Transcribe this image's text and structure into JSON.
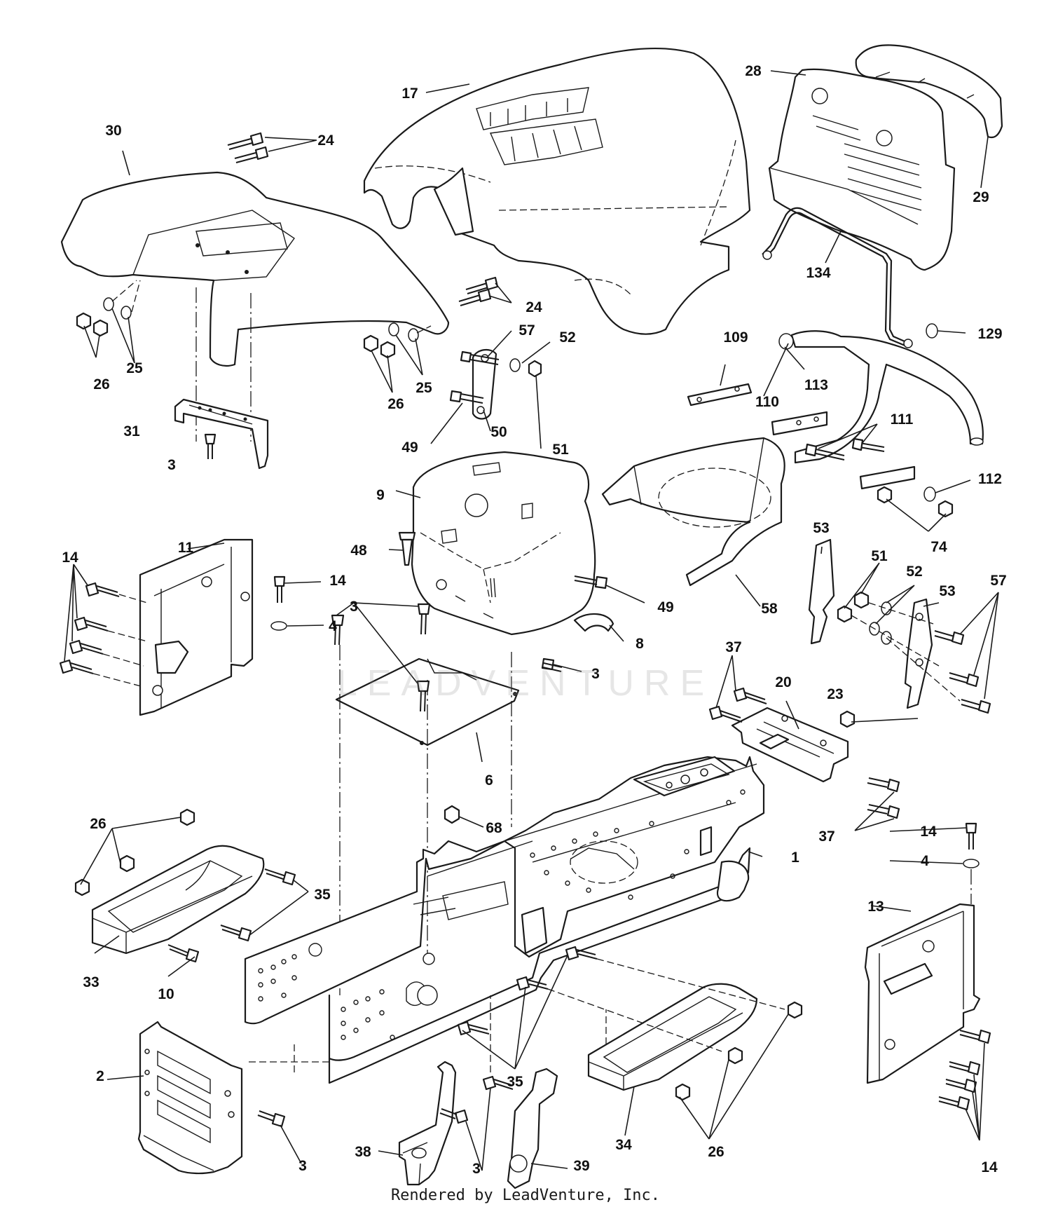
{
  "watermark": "LEADVENTURE",
  "footer": "Rendered by LeadVenture, Inc.",
  "callouts": {
    "p1": "1",
    "p2": "2",
    "p3a": "3",
    "p3b": "3",
    "p3c": "3",
    "p3d": "3",
    "p3e": "3",
    "p4a": "4",
    "p4b": "4",
    "p6": "6",
    "p8": "8",
    "p9": "9",
    "p10": "10",
    "p11": "11",
    "p13": "13",
    "p14a": "14",
    "p14b": "14",
    "p14c": "14",
    "p14d": "14",
    "p17": "17",
    "p20": "20",
    "p23": "23",
    "p24a": "24",
    "p24b": "24",
    "p25a": "25",
    "p25b": "25",
    "p26a": "26",
    "p26b": "26",
    "p26c": "26",
    "p26d": "26",
    "p28": "28",
    "p29": "29",
    "p30": "30",
    "p31": "31",
    "p33": "33",
    "p34": "34",
    "p35a": "35",
    "p35b": "35",
    "p37a": "37",
    "p37b": "37",
    "p38": "38",
    "p39": "39",
    "p48": "48",
    "p49a": "49",
    "p49b": "49",
    "p50": "50",
    "p51a": "51",
    "p51b": "51",
    "p52a": "52",
    "p52b": "52",
    "p53a": "53",
    "p53b": "53",
    "p57a": "57",
    "p57b": "57",
    "p58": "58",
    "p68": "68",
    "p74": "74",
    "p109": "109",
    "p110": "110",
    "p111": "111",
    "p112": "112",
    "p113": "113",
    "p129": "129",
    "p134": "134"
  }
}
